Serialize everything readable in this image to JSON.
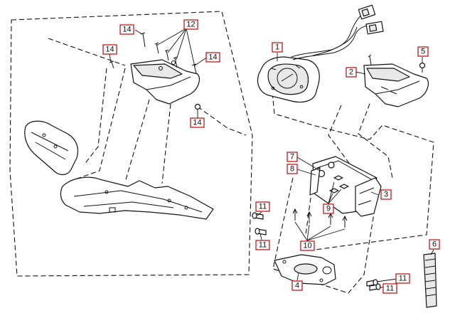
{
  "diagram": {
    "callouts": [
      {
        "id": "c1",
        "label": "1"
      },
      {
        "id": "c2",
        "label": "2"
      },
      {
        "id": "c3",
        "label": "3"
      },
      {
        "id": "c4",
        "label": "4"
      },
      {
        "id": "c5",
        "label": "5"
      },
      {
        "id": "c6",
        "label": "6"
      },
      {
        "id": "c7",
        "label": "7"
      },
      {
        "id": "c8",
        "label": "8"
      },
      {
        "id": "c9",
        "label": "9"
      },
      {
        "id": "c10",
        "label": "10"
      },
      {
        "id": "c11a",
        "label": "11"
      },
      {
        "id": "c11b",
        "label": "11"
      },
      {
        "id": "c11c",
        "label": "11"
      },
      {
        "id": "c11d",
        "label": "11"
      },
      {
        "id": "c12",
        "label": "12"
      },
      {
        "id": "c14a",
        "label": "14"
      },
      {
        "id": "c14b",
        "label": "14"
      },
      {
        "id": "c14c",
        "label": "14"
      },
      {
        "id": "c14d",
        "label": "14"
      }
    ],
    "colors": {
      "callout_border": "#c21a1a",
      "line": "#111111"
    }
  }
}
